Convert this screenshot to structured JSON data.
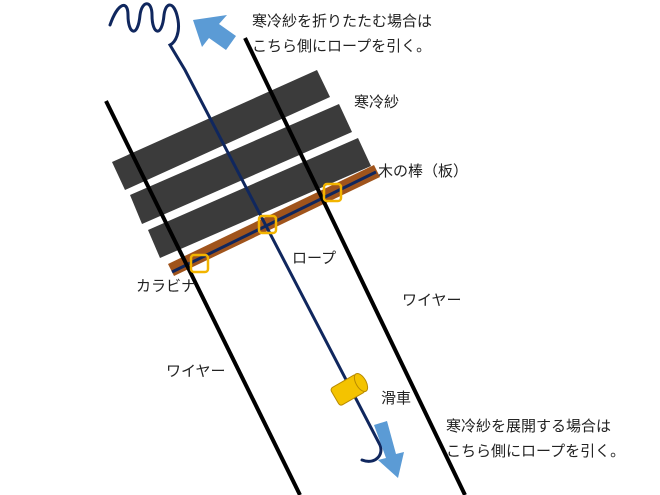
{
  "labels": {
    "fold_note_line1": "寒冷紗を折りたたむ場合は",
    "fold_note_line2": "こちら側にロープを引く。",
    "shade_cloth": "寒冷紗",
    "wood_bar": "木の棒（板）",
    "rope": "ロープ",
    "carabiner": "カラビナ",
    "wire_right": "ワイヤー",
    "wire_left": "ワイヤー",
    "pulley": "滑車",
    "deploy_note_line1": "寒冷紗を展開する場合は",
    "deploy_note_line2": "こちら側にロープを引く。"
  },
  "colors": {
    "shade_cloth": "#3b3b3b",
    "wire": "#000000",
    "rope": "#10275e",
    "wood_bar": "#a0541c",
    "carabiner": "#f2b400",
    "pulley": "#f4c300",
    "arrow": "#5b9bd5"
  },
  "icons": {
    "arrow_up": "arrow-up-left-icon",
    "arrow_down": "arrow-down-icon"
  }
}
